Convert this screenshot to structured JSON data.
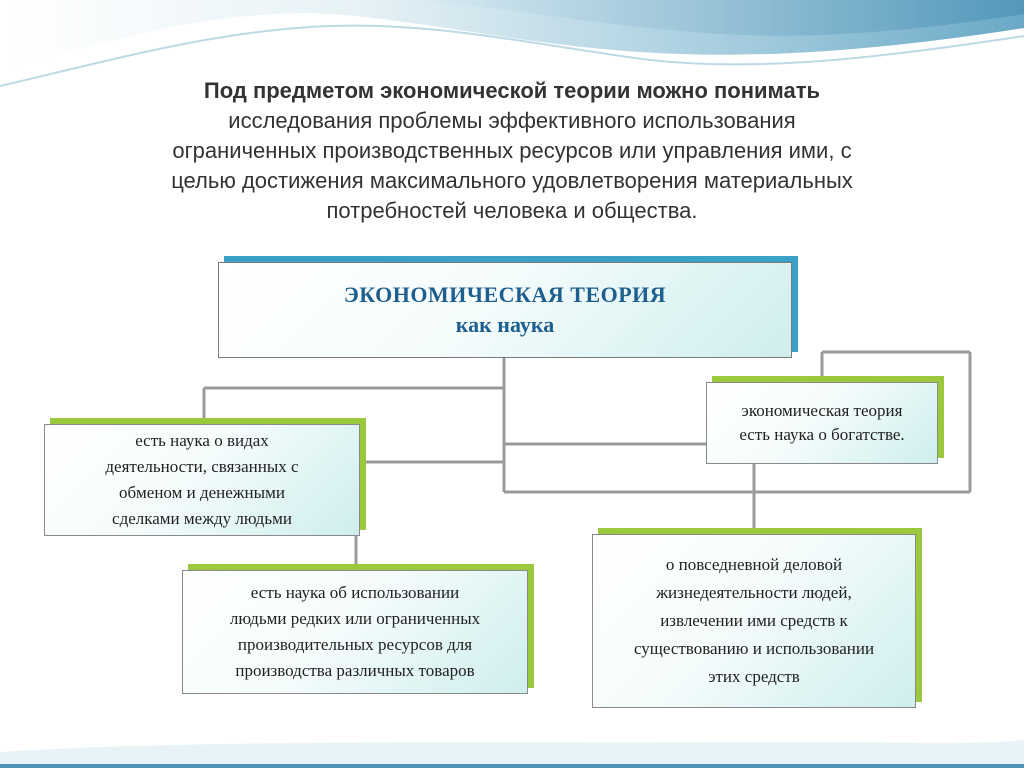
{
  "heading": {
    "lead": "Под предметом экономической теории можно понимать",
    "lines": [
      "исследования проблемы эффективного использования",
      "ограниченных производственных ресурсов или управления ими, с",
      "целью достижения максимального удовлетворения материальных",
      "потребностей человека и общества."
    ]
  },
  "diagram": {
    "main": {
      "title": "ЭКОНОМИЧЕСКАЯ ТЕОРИЯ",
      "subtitle": "как наука"
    },
    "left": {
      "lines": [
        "есть наука о видах",
        "деятельности, связанных с",
        "обменом и денежными",
        "сделками между людьми"
      ]
    },
    "right": {
      "lines": [
        "экономическая теория",
        "есть наука о богатстве."
      ]
    },
    "bottom_left": {
      "lines": [
        "есть наука об использовании",
        "людьми редких или ограниченных",
        "производительных ресурсов для",
        "производства различных товаров"
      ]
    },
    "bottom_right": {
      "lines": [
        "о повседневной деловой",
        "жизнедеятельности людей,",
        "извлечении ими средств к",
        "существованию и использовании",
        "этих средств"
      ]
    }
  },
  "colors": {
    "main_shadow": "#3aa0c6",
    "box_shadow": "#9cc83e",
    "title_text": "#1f5f8e",
    "connector": "#9a9a9a"
  }
}
